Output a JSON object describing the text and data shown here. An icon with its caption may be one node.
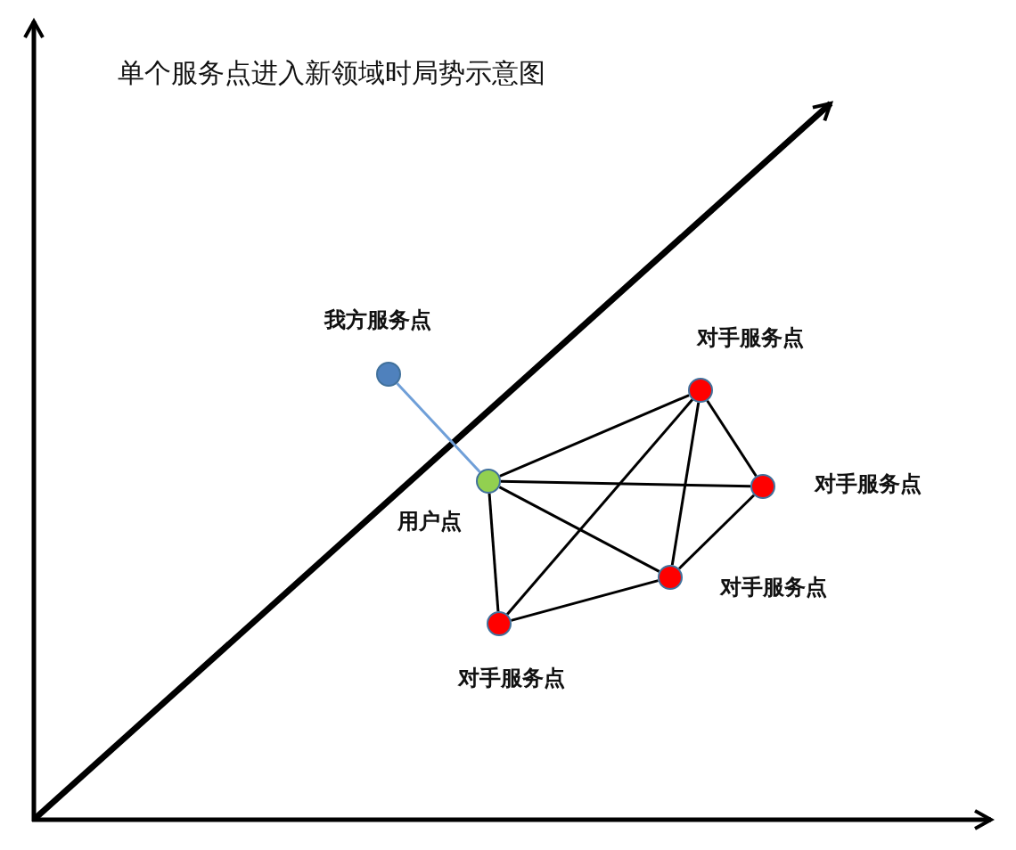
{
  "diagram": {
    "title": "单个服务点进入新领域时局势示意图",
    "nodes": [
      {
        "text": [],
        "shape": "circle",
        "beside": [
          "我方服务点"
        ]
      },
      {
        "text": [],
        "shape": "circle",
        "beside": [
          "用户点"
        ]
      },
      {
        "text": [],
        "shape": "circle",
        "beside": [
          "对手服务点"
        ]
      },
      {
        "text": [],
        "shape": "circle",
        "beside": [
          "对手服务点"
        ]
      },
      {
        "text": [],
        "shape": "circle",
        "beside": [
          "对手服务点"
        ]
      },
      {
        "text": [],
        "shape": "circle",
        "beside": [
          "对手服务点"
        ]
      }
    ],
    "edges": [
      {
        "from": 0,
        "to": 1,
        "arrow": "none",
        "color": "#6f9fd8"
      },
      {
        "from": 1,
        "to": 2,
        "arrow": "none"
      },
      {
        "from": 1,
        "to": 3,
        "arrow": "none"
      },
      {
        "from": 1,
        "to": 4,
        "arrow": "none"
      },
      {
        "from": 1,
        "to": 5,
        "arrow": "none"
      },
      {
        "from": 2,
        "to": 3,
        "arrow": "none"
      },
      {
        "from": 2,
        "to": 4,
        "arrow": "none"
      },
      {
        "from": 2,
        "to": 5,
        "arrow": "none"
      },
      {
        "from": 3,
        "to": 4,
        "arrow": "none"
      },
      {
        "from": 4,
        "to": 5,
        "arrow": "none"
      }
    ]
  }
}
